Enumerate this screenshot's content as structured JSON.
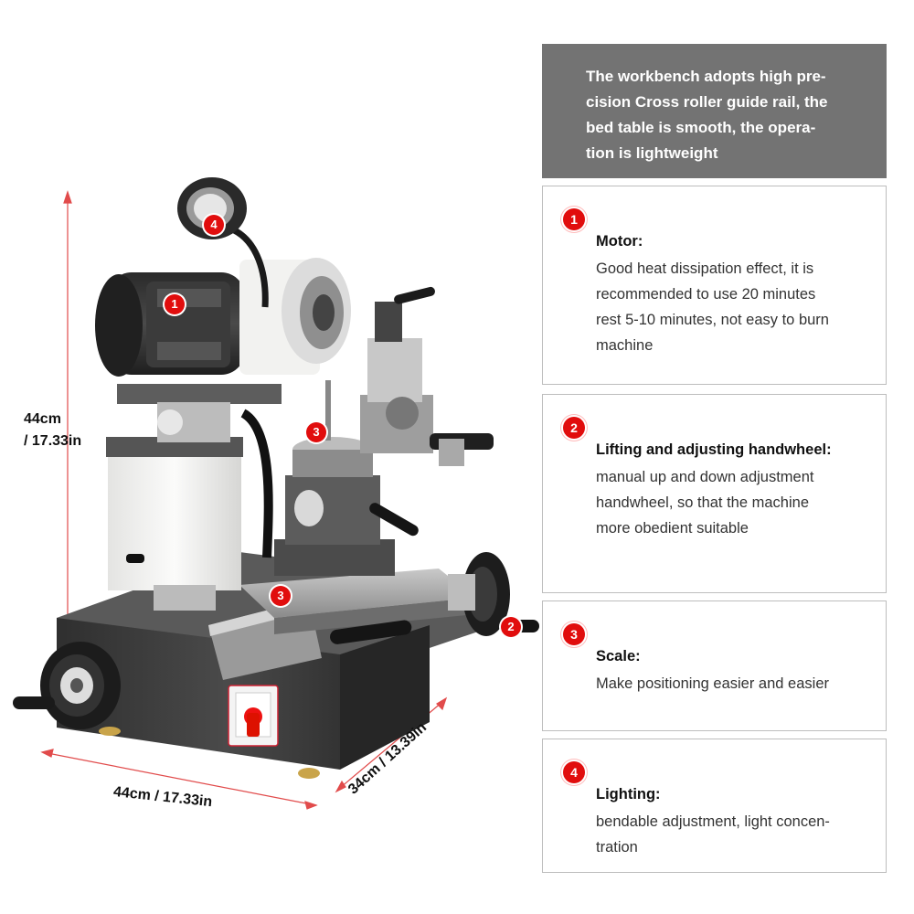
{
  "header": {
    "lines": [
      "The workbench adopts high pre-",
      "cision Cross roller guide rail, the",
      "bed table is smooth, the opera-",
      "tion is lightweight"
    ]
  },
  "features": [
    {
      "number": "1",
      "title": "Motor:",
      "lines": [
        "Good heat dissipation effect, it is",
        "recommended to use 20 minutes",
        "rest 5-10 minutes, not easy to burn",
        "machine"
      ]
    },
    {
      "number": "2",
      "title": "Lifting and adjusting handwheel:",
      "lines": [
        "manual up and down adjustment",
        "handwheel, so that the machine",
        "more obedient suitable"
      ]
    },
    {
      "number": "3",
      "title": "Scale:",
      "lines": [
        "Make positioning easier and easier"
      ]
    },
    {
      "number": "4",
      "title": "Lighting:",
      "lines": [
        "bendable adjustment, light concen-",
        "tration"
      ]
    }
  ],
  "dimensions": {
    "height_line1": "44cm",
    "height_line2": "/ 17.33in",
    "width": "44cm / 17.33in",
    "depth": "34cm / 13.39in"
  },
  "markers": {
    "motor": "1",
    "handwheel": "2",
    "scale_upper": "3",
    "scale_lower": "3",
    "lamp": "4"
  },
  "colors": {
    "accent_red": "#e10d0d",
    "header_gray": "#737373",
    "machine_dark": "#3f3f3f",
    "machine_light": "#f0f0ee"
  }
}
